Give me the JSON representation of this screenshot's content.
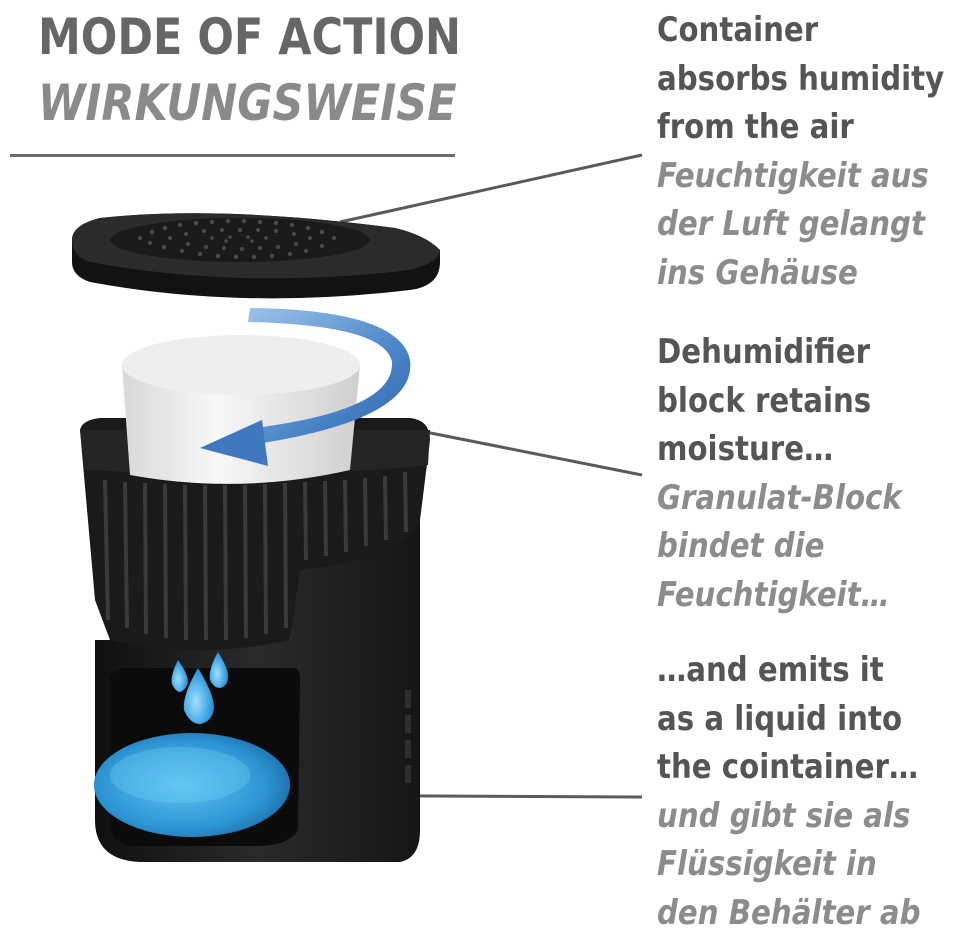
{
  "header": {
    "title_en": "MODE OF ACTION",
    "title_de": "WIRKUNGSWEISE"
  },
  "callouts": [
    {
      "en": [
        "Container",
        "absorbs humidity",
        "from the air"
      ],
      "de": [
        "Feuchtigkeit aus",
        "der Luft gelangt",
        "ins Gehäuse"
      ]
    },
    {
      "en": [
        "Dehumidifier",
        "block retains",
        "moisture…"
      ],
      "de": [
        "Granulat-Block",
        "bindet die",
        "Feuchtigkeit…"
      ]
    },
    {
      "en": [
        "…and emits it",
        "as a liquid into",
        "the cointainer…"
      ],
      "de": [
        "und gibt sie als",
        "Flüssigkeit in",
        "den Behälter ab"
      ]
    }
  ],
  "colors": {
    "title_en": "#666666",
    "title_de": "#8a8a8a",
    "text_en": "#555555",
    "text_de": "#8c8c8c",
    "device": "#1c1c1e",
    "arrow_blue": "#4a86c8",
    "water_blue": "#39a6e0"
  }
}
